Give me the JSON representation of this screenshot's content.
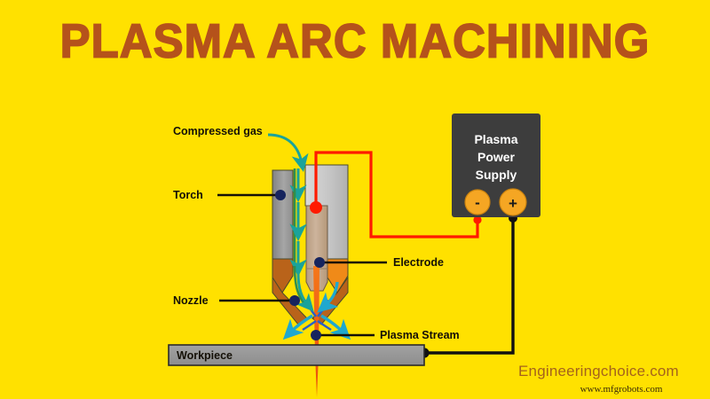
{
  "page": {
    "background_color": "#ffe100",
    "title": "PLASMA ARC MACHINING",
    "title_color": "#b5521b"
  },
  "diagram": {
    "type": "plasma-arc-machining-schematic",
    "labels": {
      "compressed_gas": "Compressed gas",
      "torch": "Torch",
      "electrode": "Electrode",
      "nozzle": "Nozzle",
      "plasma_stream": "Plasma Stream",
      "workpiece": "Workpiece"
    },
    "power_supply": {
      "line1": "Plasma",
      "line2": "Power",
      "line3": "Supply",
      "box_color": "#3d3d3d",
      "text_color": "#ffffff",
      "terminals": [
        {
          "symbol": "-",
          "polarity": "negative",
          "color": "#f5a623",
          "wire_color": "#ff1a00"
        },
        {
          "symbol": "+",
          "polarity": "positive",
          "color": "#f5a623",
          "wire_color": "#111111"
        }
      ]
    },
    "colors": {
      "torch_body_left": "#8e8e8e",
      "torch_body_right": "#cfcfcf",
      "nozzle_tip": "#c2651a",
      "nozzle_tip_bright": "#f08a18",
      "electrode": "#c3a88e",
      "workpiece": "#9a9a9a",
      "plasma_stream": "#f05a10",
      "gas_arrow": "#1aa39a",
      "arc_arrow": "#1fa8cf",
      "arc_curve": "#2b5fc7",
      "negative_wire": "#ff1a00",
      "positive_wire": "#111111",
      "leader_line": "#141007",
      "leader_dot": "#16245e"
    }
  },
  "watermarks": {
    "primary": "Engineeringchoice.com",
    "secondary": "www.mfgrobots.com"
  }
}
